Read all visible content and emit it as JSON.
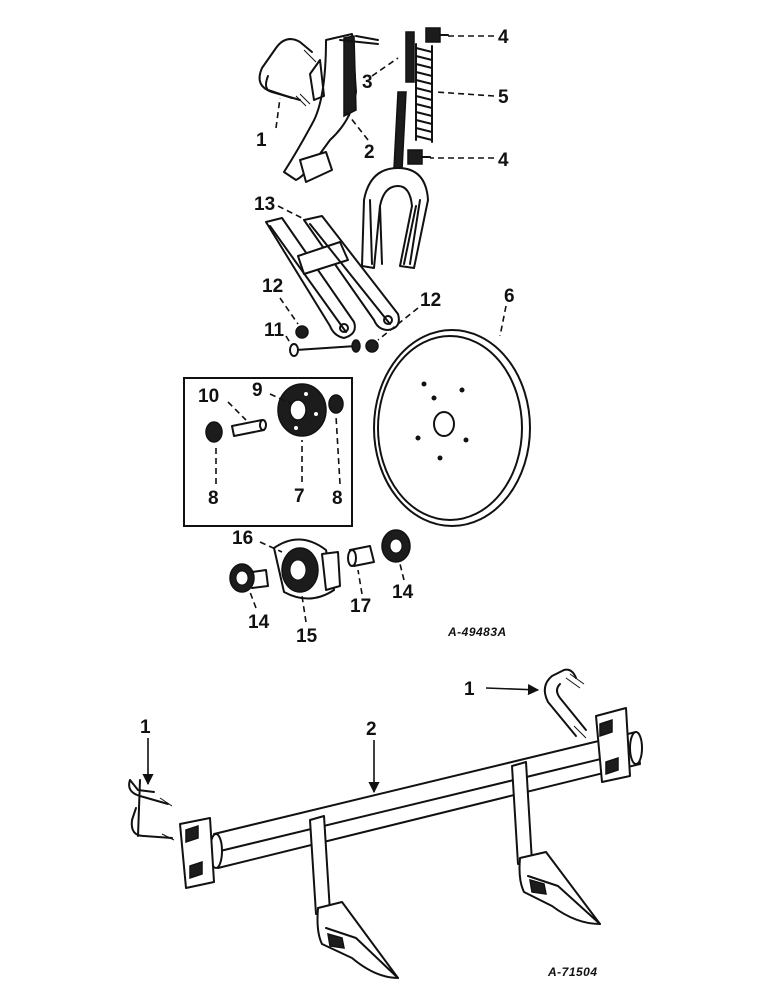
{
  "figure_ids": {
    "upper": "A-49483A",
    "lower": "A-71504"
  },
  "callouts": {
    "upper": [
      "1",
      "2",
      "3",
      "4",
      "5",
      "4",
      "13",
      "12",
      "11",
      "12",
      "6",
      "10",
      "9",
      "8",
      "7",
      "8",
      "16",
      "14",
      "15",
      "17",
      "14"
    ],
    "lower": [
      "1",
      "1",
      "2"
    ]
  },
  "colors": {
    "ink": "#111111",
    "paper": "#ffffff"
  }
}
